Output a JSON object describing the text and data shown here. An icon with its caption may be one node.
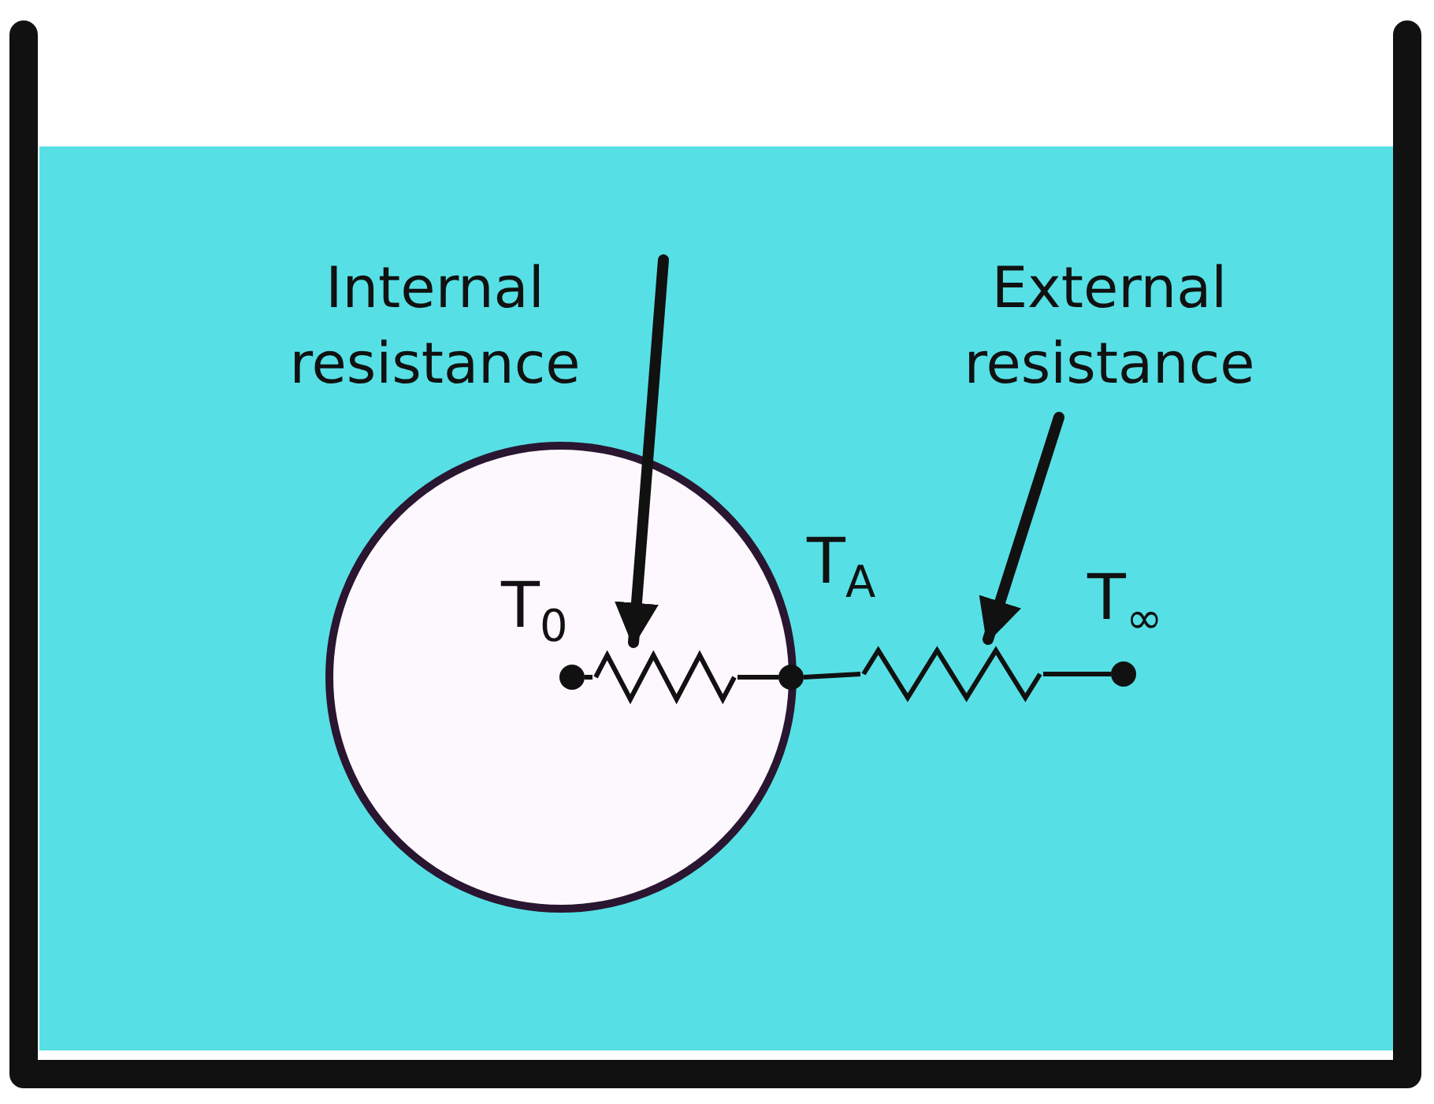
{
  "diagram": {
    "nodes": [
      {
        "text": [
          "Internal resistance"
        ]
      },
      {
        "text": [],
        "shape": "resistor"
      },
      {
        "text": [
          "External resistance"
        ]
      },
      {
        "text": [],
        "shape": "resistor"
      },
      {
        "text": [],
        "shape": "circle",
        "beside": [
          "T$_{0}$"
        ]
      },
      {
        "text": [],
        "shape": "circle",
        "beside": [
          "T$_{A}$"
        ]
      },
      {
        "text": [],
        "shape": "circle",
        "beside": [
          "T$_{∞}$"
        ]
      }
    ],
    "edges": [
      {
        "from": 0,
        "to": 1,
        "arrow": "to",
        "style": "thick"
      },
      {
        "from": 2,
        "to": 3,
        "arrow": "to",
        "style": "thick"
      },
      {
        "from": 4,
        "to": 1,
        "arrow": "none"
      },
      {
        "from": 1,
        "to": 5,
        "arrow": "none"
      },
      {
        "from": 5,
        "to": 3,
        "arrow": "none"
      },
      {
        "from": 3,
        "to": 6,
        "arrow": "none"
      }
    ]
  }
}
